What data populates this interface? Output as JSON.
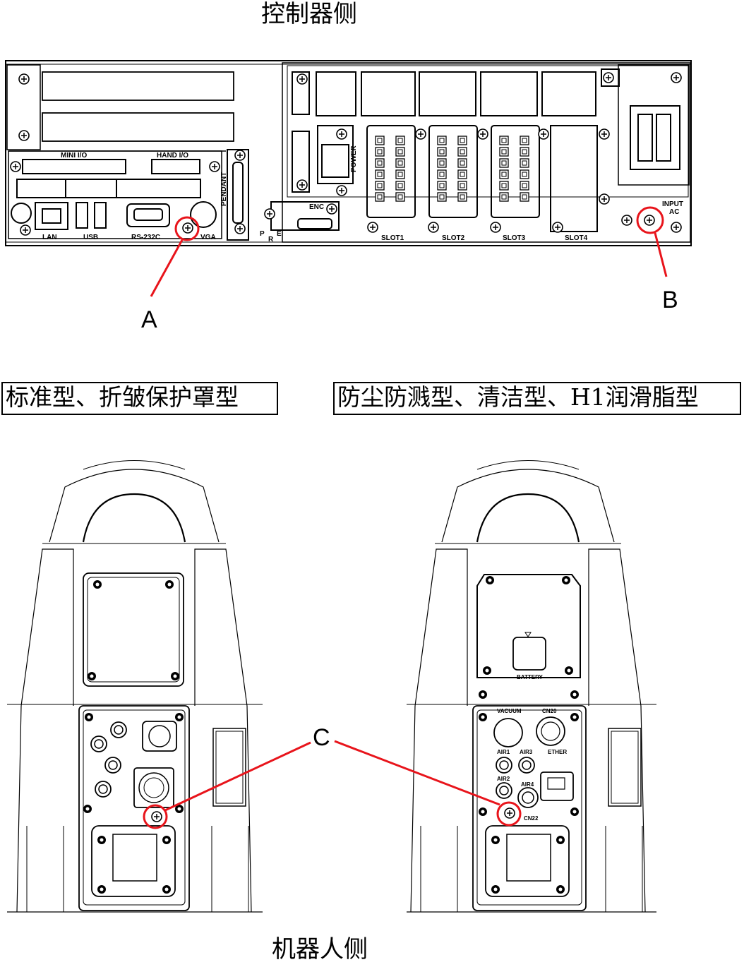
{
  "headings": {
    "controller_side": "控制器侧",
    "robot_side": "机器人侧"
  },
  "robot_types": {
    "left": "标准型、折皱保护罩型",
    "right": "防尘防溅型、清洁型、H1润滑脂型"
  },
  "callouts": {
    "a": "A",
    "b": "B",
    "c": "C"
  },
  "controller_labels": {
    "mini_io": "MINI I/O",
    "hand_io": "HAND I/O",
    "lan": "LAN",
    "usb": "USB",
    "rs232c": "RS-232C",
    "vga": "VGA",
    "pendant": "PENDANT",
    "power": "POWER",
    "enc": "ENC",
    "p": "P",
    "r": "R",
    "e": "E",
    "slot1": "SLOT1",
    "slot2": "SLOT2",
    "slot3": "SLOT3",
    "slot4": "SLOT4",
    "input": "INPUT",
    "ac": "AC"
  },
  "robot_labels": {
    "vacuum": "VACUUM",
    "cn20": "CN20",
    "air1": "AIR1",
    "air2": "AIR2",
    "air3": "AIR3",
    "air4": "AIR4",
    "ether": "ETHER",
    "cn22": "CN22",
    "battery": "BATTERY"
  },
  "colors": {
    "line": "#000000",
    "callout": "#e8141b",
    "background": "#ffffff"
  }
}
